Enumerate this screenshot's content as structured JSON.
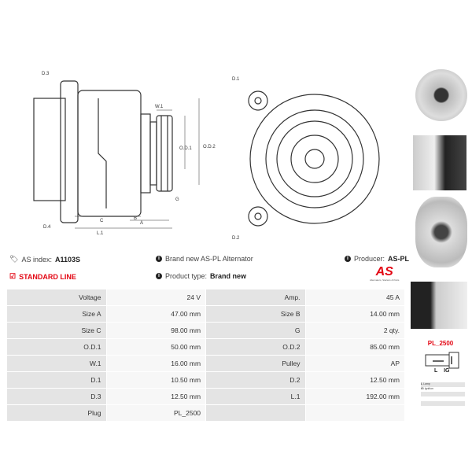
{
  "diagram_labels": {
    "d3": "D.3",
    "d4": "D.4",
    "w1": "W.1",
    "od1": "O.D.1",
    "od2": "O.D.2",
    "g": "G",
    "c": "C",
    "b": "B",
    "a": "A",
    "l1": "L.1",
    "d1": "D.1",
    "d2": "D.2"
  },
  "info": {
    "as_index_label": "AS index:",
    "as_index_value": "A1103S",
    "description": "Brand new AS-PL Alternator",
    "producer_label": "Producer:",
    "producer_value": "AS-PL",
    "line": "STANDARD LINE",
    "product_type_label": "Product type:",
    "product_type_value": "Brand new"
  },
  "logo": {
    "text": "AS",
    "tagline": "Alternators, Starters & Parts",
    "color": "#e30613"
  },
  "specs": [
    [
      "Voltage",
      "24 V",
      "Amp.",
      "45 A"
    ],
    [
      "Size A",
      "47.00 mm",
      "Size B",
      "14.00 mm"
    ],
    [
      "Size C",
      "98.00 mm",
      "G",
      "2 qty."
    ],
    [
      "O.D.1",
      "50.00 mm",
      "O.D.2",
      "85.00 mm"
    ],
    [
      "W.1",
      "16.00 mm",
      "Pulley",
      "AP"
    ],
    [
      "D.1",
      "10.50 mm",
      "D.2",
      "12.50 mm"
    ],
    [
      "D.3",
      "12.50 mm",
      "L.1",
      "192.00 mm"
    ],
    [
      "Plug",
      "PL_2500",
      "",
      ""
    ]
  ],
  "plug": {
    "name": "PL_2500",
    "pins": [
      "L",
      "IG"
    ],
    "legend": [
      [
        "L",
        "Lamp"
      ],
      [
        "IG",
        "Ignition"
      ]
    ]
  }
}
